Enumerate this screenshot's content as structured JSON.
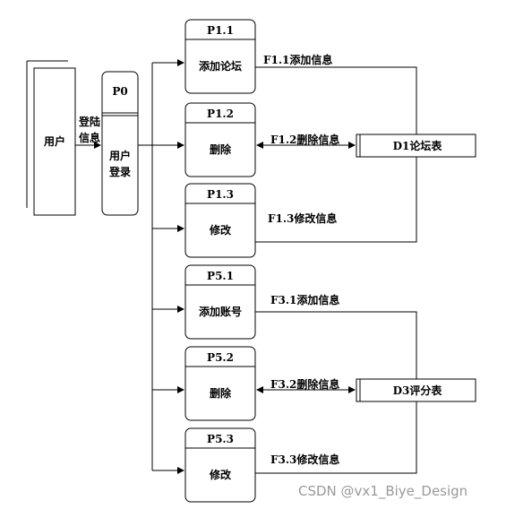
{
  "external_entity": {
    "label": "用户"
  },
  "login_flow": {
    "line1": "登陆",
    "line2": "信息"
  },
  "login_process": {
    "id": "P0",
    "line1": "用户",
    "line2": "登录"
  },
  "processes": [
    {
      "id": "P1.1",
      "name": "添加论坛",
      "flow": "F1.1添加信息"
    },
    {
      "id": "P1.2",
      "name": "删除",
      "flow": "F1.2删除信息"
    },
    {
      "id": "P1.3",
      "name": "修改",
      "flow": "F1.3修改信息"
    },
    {
      "id": "P5.1",
      "name": "添加账号",
      "flow": "F3.1添加信息"
    },
    {
      "id": "P5.2",
      "name": "删除",
      "flow": "F3.2删除信息"
    },
    {
      "id": "P5.3",
      "name": "修改",
      "flow": "F3.3修改信息"
    }
  ],
  "data_stores": [
    {
      "label": "D1论坛表"
    },
    {
      "label": "D3评分表"
    }
  ],
  "watermark": "CSDN @vx1_Biye_Design"
}
